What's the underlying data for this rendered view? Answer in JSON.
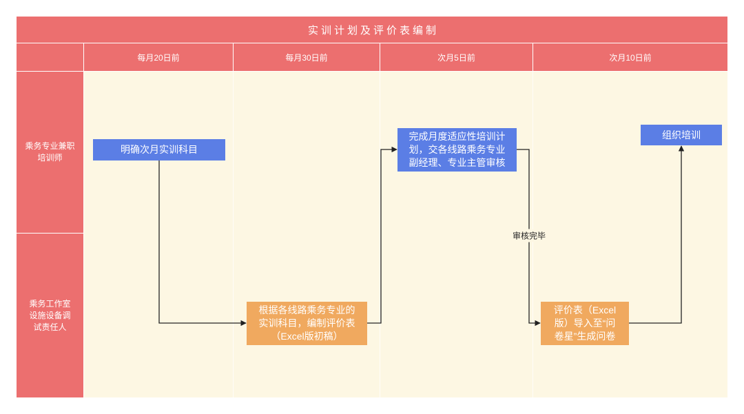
{
  "title": "实训计划及评价表编制",
  "columns": [
    "每月20日前",
    "每月30日前",
    "次月5日前",
    "次月10日前"
  ],
  "lanes": [
    {
      "lines": [
        "乘务专业兼职",
        "培训师"
      ]
    },
    {
      "lines": [
        "乘务工作室",
        "设施设备调",
        "试责任人"
      ]
    }
  ],
  "nodes": [
    {
      "fill": "#5b7ee5",
      "lines": [
        "明确次月实训科目"
      ]
    },
    {
      "fill": "#f0a95f",
      "lines": [
        "根据各线路乘务专业的",
        "实训科目，编制评价表",
        "（Excel版初稿）"
      ]
    },
    {
      "fill": "#5b7ee5",
      "lines": [
        "完成月度适应性培训计",
        "划，交各线路乘务专业",
        "副经理、专业主管审核"
      ]
    },
    {
      "fill": "#f0a95f",
      "lines": [
        "评价表（Excel",
        "版）导入至“问",
        "卷星”生成问卷"
      ]
    },
    {
      "fill": "#5b7ee5",
      "lines": [
        "组织培训"
      ]
    }
  ],
  "edges": [
    {
      "from": 0,
      "to": 1
    },
    {
      "from": 1,
      "to": 2
    },
    {
      "from": 2,
      "to": 3,
      "label": "审核完毕"
    },
    {
      "from": 3,
      "to": 4
    }
  ],
  "colors": {
    "header": "#ec6f6f",
    "lane_background": "#fdf7e3",
    "connector": "#222222"
  }
}
